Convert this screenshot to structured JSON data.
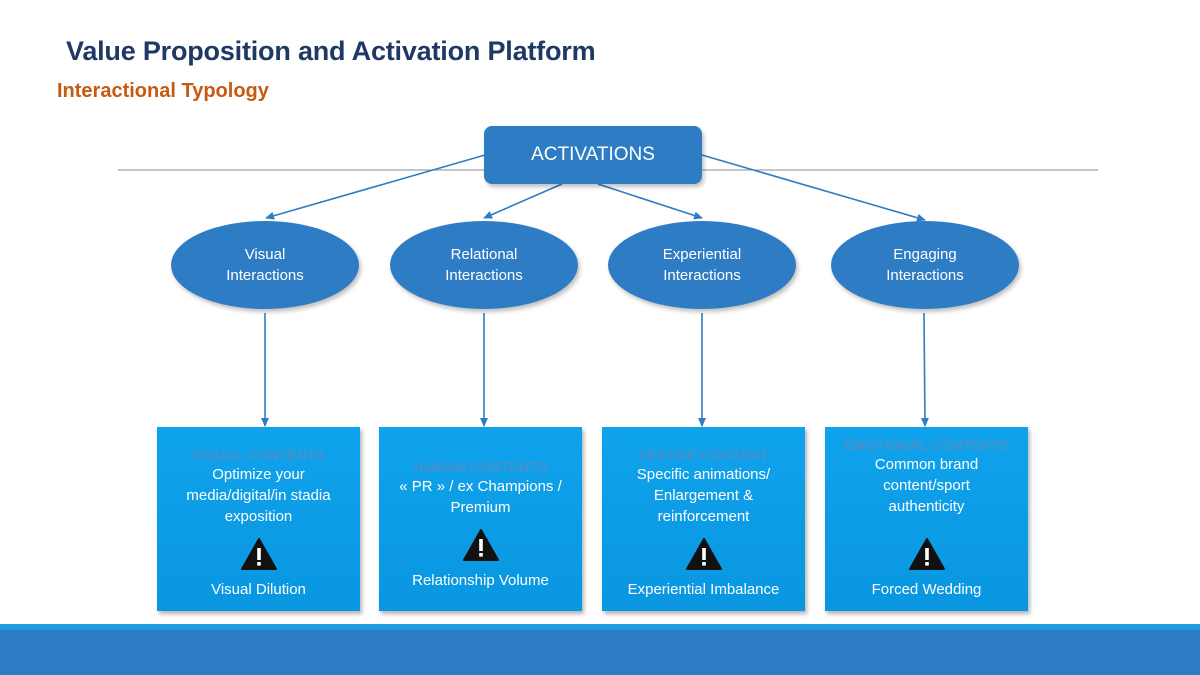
{
  "header": {
    "title": "Value Proposition and Activation Platform",
    "subtitle": "Interactional Typology"
  },
  "root": {
    "label": "ACTIVATIONS"
  },
  "interactions": [
    {
      "line1": "Visual",
      "line2": "Interactions"
    },
    {
      "line1": "Relational",
      "line2": "Interactions"
    },
    {
      "line1": "Experiential",
      "line2": "Interactions"
    },
    {
      "line1": "Engaging",
      "line2": "Interactions"
    }
  ],
  "contents": [
    {
      "heading": "VISUAL CONTENTS",
      "body": [
        "Optimize your",
        "media/digital/in stadia",
        "exposition"
      ],
      "risk": "Visual Dilution",
      "warning_icon": "warning-triangle-icon"
    },
    {
      "heading": "HUMAN CONTENTS",
      "body": [
        "« PR » / ex Champions /",
        "Premium"
      ],
      "risk": "Relationship Volume",
      "warning_icon": "warning-triangle-icon"
    },
    {
      "heading": "FESTIVE CONTENT",
      "body": [
        "Specific animations/",
        "Enlargement &",
        "reinforcement"
      ],
      "risk": "Experiential Imbalance",
      "warning_icon": "warning-triangle-icon"
    },
    {
      "heading": "EMOTIONAL CONTENTS",
      "body": [
        "Common brand",
        "content/sport",
        "authenticity"
      ],
      "risk": "Forced Wedding",
      "warning_icon": "warning-triangle-icon"
    }
  ],
  "colors": {
    "title": "#1f3864",
    "subtitle": "#c55a11",
    "node_fill": "#2e7dc4",
    "card_fill": "#0fa3ec",
    "card_heading": "#4a90c8",
    "connector": "#2e7dc4"
  }
}
